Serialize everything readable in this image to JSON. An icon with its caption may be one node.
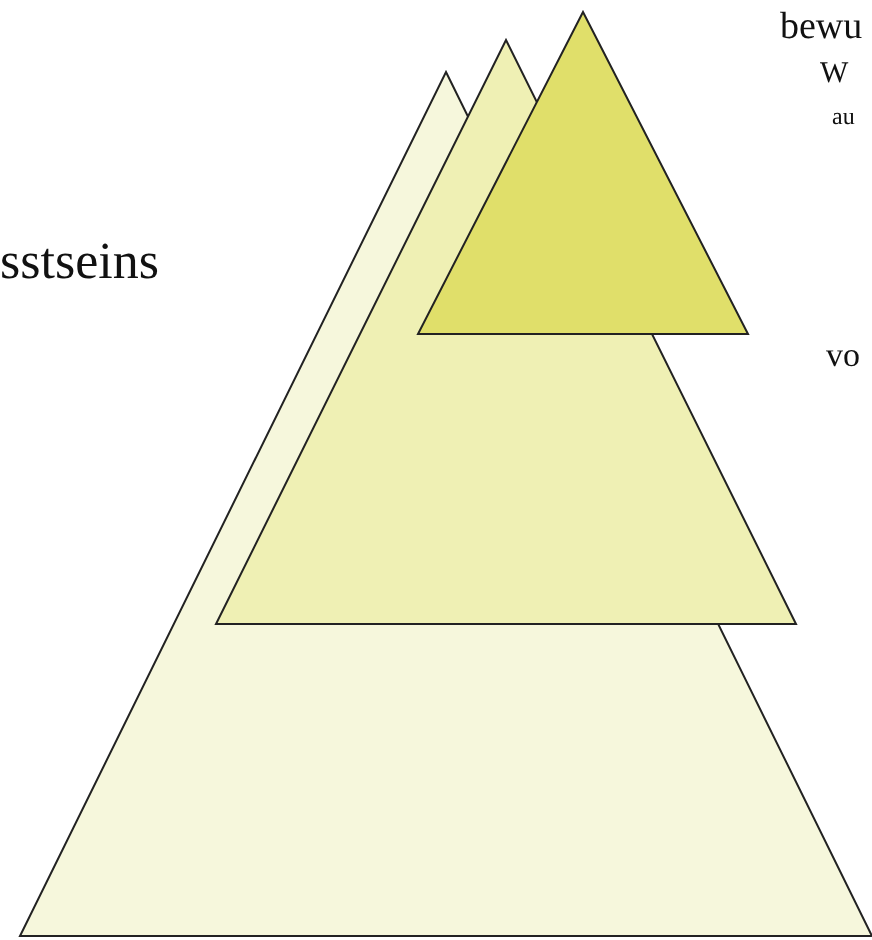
{
  "diagram": {
    "nodes": [
      {
        "text": [],
        "shape": "triangle"
      },
      {
        "text": [],
        "shape": "triangle"
      },
      {
        "text": [],
        "shape": "triangle"
      }
    ],
    "labels": [
      "bewu",
      "W",
      "au",
      "sstseins",
      "vo"
    ]
  }
}
